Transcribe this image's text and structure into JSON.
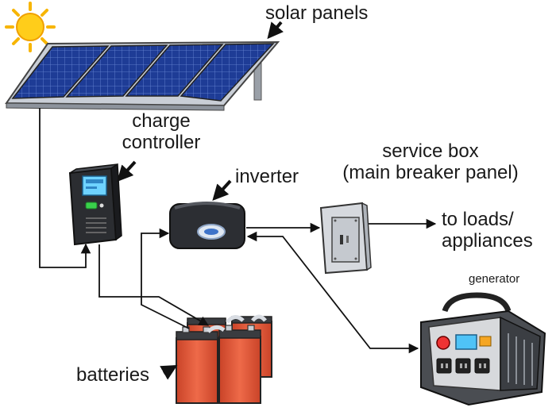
{
  "labels": {
    "solar_panels": "solar panels",
    "charge_controller_line1": "charge",
    "charge_controller_line2": "controller",
    "inverter": "inverter",
    "service_box_line1": "service box",
    "service_box_line2": "(main breaker panel)",
    "loads_line1": "to loads/",
    "loads_line2": "appliances",
    "generator": "generator",
    "batteries": "batteries"
  },
  "icons": [
    "sun-icon",
    "solar-panel-array-icon",
    "charge-controller-icon",
    "inverter-icon",
    "service-box-icon",
    "battery-bank-icon",
    "generator-icon"
  ],
  "colors": {
    "sun": "#f7b500",
    "panel_cells": "#1f3f9a",
    "battery": "#e2563a",
    "wire": "#111111"
  }
}
